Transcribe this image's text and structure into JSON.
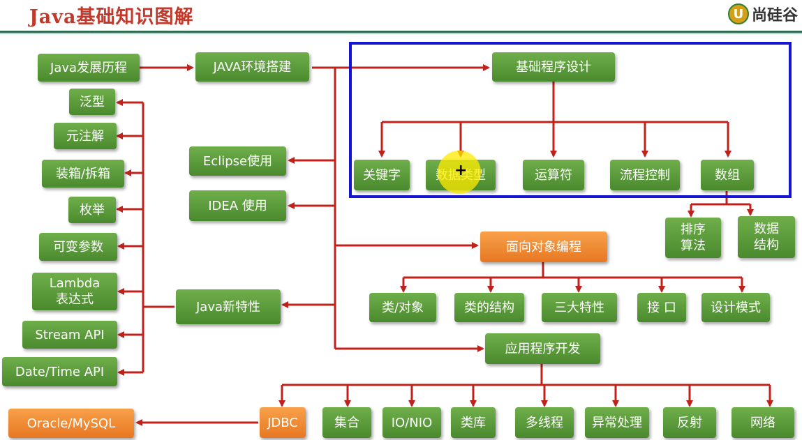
{
  "header": {
    "title": "Java基础知识图解",
    "logo_text": "尚硅谷",
    "logo_mark": "U"
  },
  "nodes": {
    "java_history": "Java发展历程",
    "java_env": "JAVA环境搭建",
    "basic_programming": "基础程序设计",
    "keyword": "关键字",
    "data_type": "数据类型",
    "operator": "运算符",
    "flow_control": "流程控制",
    "array": "数组",
    "sort_algorithm": "排序\n算法",
    "data_structure": "数据\n结构",
    "generics": "泛型",
    "meta_annotation": "元注解",
    "boxing": "装箱/拆箱",
    "enum": "枚举",
    "varargs": "可变参数",
    "lambda": "Lambda\n表达式",
    "stream_api": "Stream API",
    "datetime_api": "Date/Time API",
    "eclipse": "Eclipse使用",
    "idea": "IDEA 使用",
    "java_new_features": "Java新特性",
    "oop": "面向对象编程",
    "class_object": "类/对象",
    "class_structure": "类的结构",
    "three_features": "三大特性",
    "interface": "接 口",
    "design_patterns": "设计模式",
    "app_dev": "应用程序开发",
    "jdbc": "JDBC",
    "collections": "集合",
    "io_nio": "IO/NIO",
    "class_library": "类库",
    "multithreading": "多线程",
    "exception": "异常处理",
    "reflection": "反射",
    "network": "网络",
    "oracle_mysql": "Oracle/MySQL"
  },
  "colors": {
    "green_node": "#5a9b3a",
    "orange_node": "#ee8a30",
    "arrow": "#c0221b",
    "highlight_box": "#1414d2",
    "title": "#c0392b"
  }
}
